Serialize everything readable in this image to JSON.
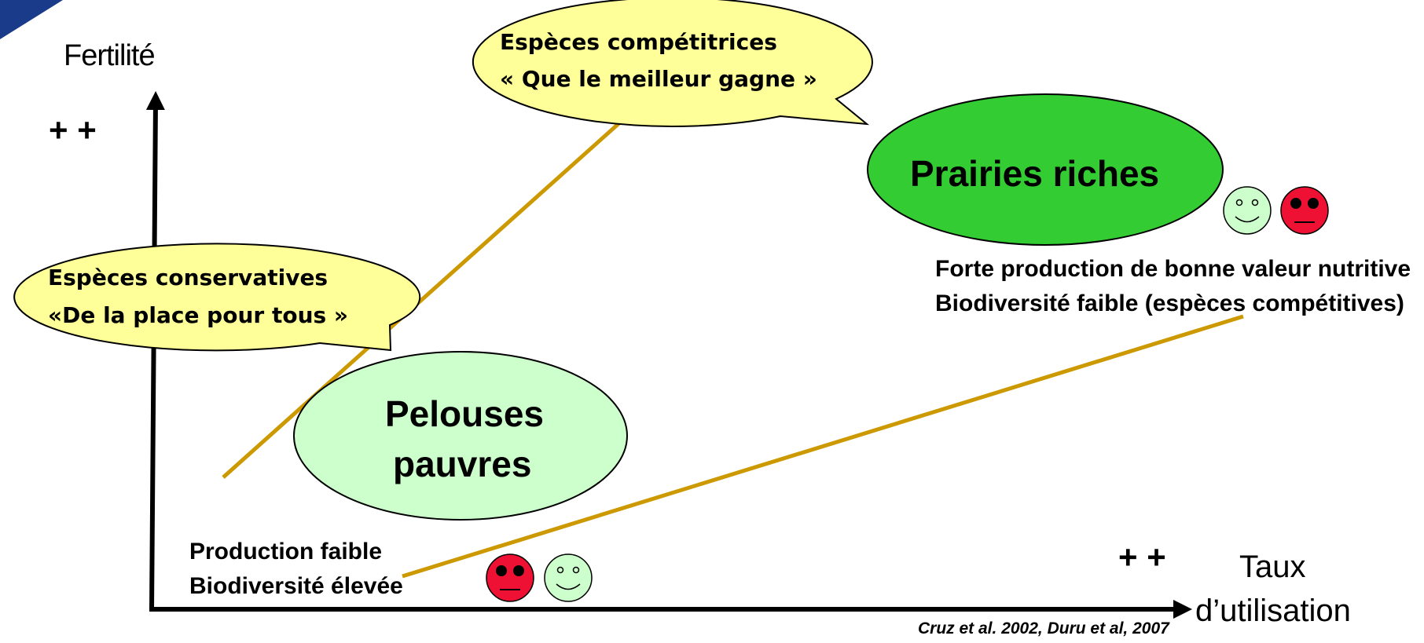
{
  "axes": {
    "y_label": "Fertilité",
    "y_high_marker": "+ +",
    "x_label_line1": "Taux",
    "x_label_line2": "d’utilisation",
    "x_high_marker": "+ +"
  },
  "zones": {
    "rich": {
      "label": "Prairies riches",
      "fill": "#33cc33",
      "description": [
        "Forte production de bonne valeur nutritive",
        "Biodiversité faible (espèces compétitives)"
      ]
    },
    "poor": {
      "label_line1": "Pelouses",
      "label_line2": "pauvres",
      "fill": "#ccffcc",
      "description": [
        "Production faible",
        "Biodiversité élevée"
      ]
    }
  },
  "callouts": {
    "competitive": {
      "line1": "Espèces compétitrices",
      "line2": "« Que le meilleur gagne »"
    },
    "conservative": {
      "line1": "Espèces conservatives",
      "line2": "«De la place pour tous »"
    },
    "fill": "#ffff99"
  },
  "citation": "Cruz et al. 2002, Duru et al, 2007",
  "colors": {
    "trend_line": "#cc9900",
    "happy_face": "#ccffcc",
    "unhappy_face": "#ee1133",
    "corner_accent": "#1a3a8a"
  }
}
